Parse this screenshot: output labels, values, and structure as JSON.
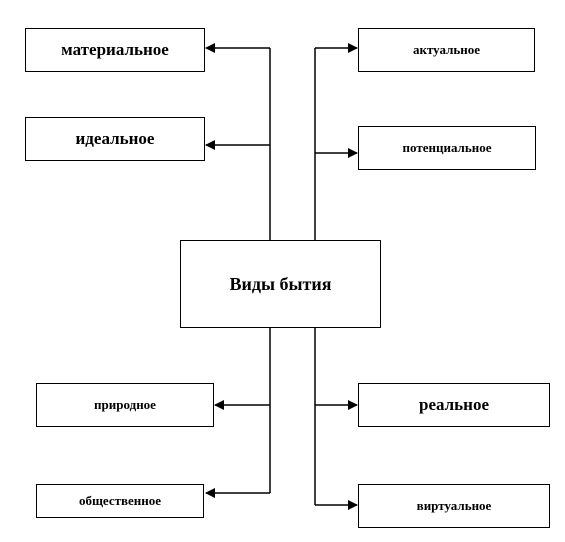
{
  "center": {
    "label": "Виды бытия"
  },
  "left": [
    {
      "id": "material",
      "label": "материальное"
    },
    {
      "id": "ideal",
      "label": "идеальное"
    },
    {
      "id": "natural",
      "label": "природное"
    },
    {
      "id": "social",
      "label": "общественное"
    }
  ],
  "right": [
    {
      "id": "actual",
      "label": "актуальное"
    },
    {
      "id": "potential",
      "label": "потенциальное"
    },
    {
      "id": "real",
      "label": "реальное"
    },
    {
      "id": "virtual",
      "label": "виртуальное"
    }
  ]
}
